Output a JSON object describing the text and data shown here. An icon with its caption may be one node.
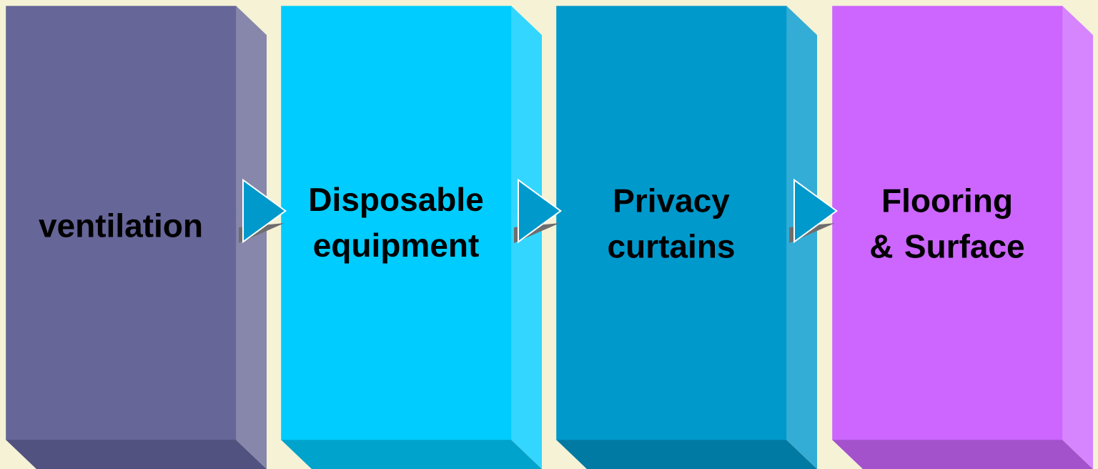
{
  "diagram": {
    "nodes": [
      {
        "text": [
          "ventilation"
        ]
      },
      {
        "text": [
          "Disposable equipment"
        ]
      },
      {
        "text": [
          "Privacy curtains"
        ]
      },
      {
        "text": [
          "Flooring & Surface"
        ]
      }
    ],
    "edges": [
      {
        "from": 0,
        "to": 1,
        "arrow": "to"
      },
      {
        "from": 1,
        "to": 2,
        "arrow": "to"
      },
      {
        "from": 2,
        "to": 3,
        "arrow": "to"
      }
    ]
  }
}
